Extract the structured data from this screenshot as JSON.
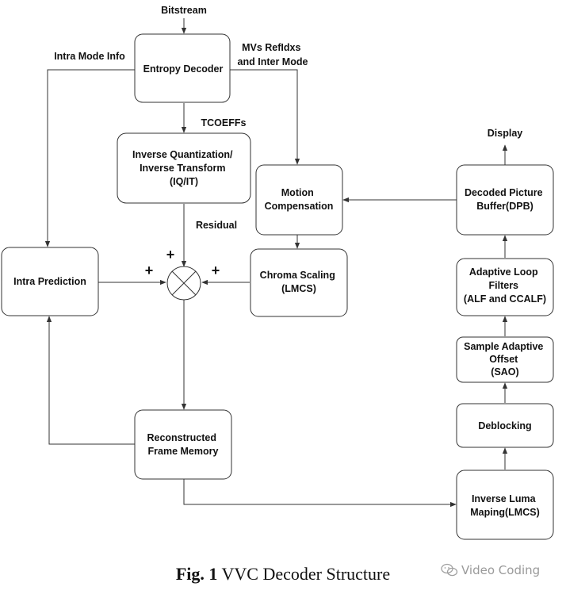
{
  "blocks": {
    "entropy_decoder": [
      "Entropy Decoder"
    ],
    "iq_it": [
      "Inverse Quantization/",
      "Inverse Transform",
      "(IQ/IT)"
    ],
    "motion_comp": [
      "Motion",
      "Compensation"
    ],
    "dpb": [
      "Decoded Picture",
      "Buffer(DPB)"
    ],
    "intra_pred": [
      "Intra Prediction"
    ],
    "chroma_scaling": [
      "Chroma Scaling",
      "(LMCS)"
    ],
    "alf": [
      "Adaptive Loop",
      "Filters",
      "(ALF and CCALF)"
    ],
    "sao": [
      "Sample Adaptive",
      "Offset",
      "(SAO)"
    ],
    "deblocking": [
      "Deblocking"
    ],
    "recon_mem": [
      "Reconstructed",
      "Frame Memory"
    ],
    "inverse_luma": [
      "Inverse Luma",
      "Maping(LMCS)"
    ]
  },
  "labels": {
    "bitstream": "Bitstream",
    "intra_mode_info": "Intra Mode Info",
    "mvs_line1": "MVs RefIdxs",
    "mvs_line2": "and Inter Mode",
    "tcoeffs": "TCOEFFs",
    "display": "Display",
    "residual": "Residual",
    "plus": "+"
  },
  "caption": {
    "bold": "Fig. 1",
    "text": " VVC Decoder Structure"
  },
  "watermark": "Video Coding"
}
